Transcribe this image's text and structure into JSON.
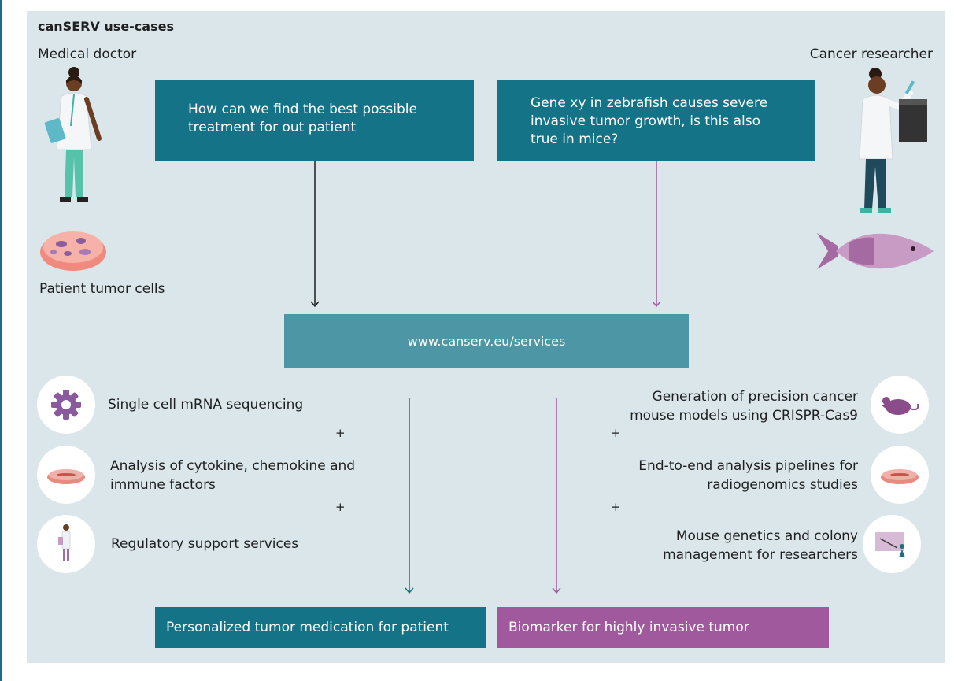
{
  "title": "canSERV use-cases",
  "doctor": {
    "label": "Medical doctor",
    "cells_label": "Patient tumor cells",
    "question": "How can we find the best possible treatment for out patient"
  },
  "researcher": {
    "label": "Cancer researcher",
    "question": "Gene xy in zebrafish causes severe invasive tumor growth, is this also true in mice?"
  },
  "portal": {
    "url": "www.canserv.eu/services"
  },
  "left_services": [
    {
      "label": "Single cell mRNA sequencing",
      "icon": "gear-icon"
    },
    {
      "label": "Analysis of cytokine, chemokine and immune factors",
      "icon": "petri-dish-icon"
    },
    {
      "label": "Regulatory support services",
      "icon": "person-icon"
    }
  ],
  "right_services": [
    {
      "label": "Generation of precision cancer mouse models using CRISPR-Cas9",
      "icon": "mouse-icon"
    },
    {
      "label": "End-to-end analysis pipelines for radiogenomics studies",
      "icon": "petri-dish-icon"
    },
    {
      "label": "Mouse genetics and colony management for researchers",
      "icon": "presentation-icon"
    }
  ],
  "plus_symbol": "+",
  "outcomes": {
    "left": "Personalized tumor medication for patient",
    "right": "Biomarker for highly invasive tumor"
  },
  "colors": {
    "teal": "#147386",
    "teal_light": "#4d96a5",
    "purple": "#a0599d",
    "panel": "#dbe6ea"
  }
}
